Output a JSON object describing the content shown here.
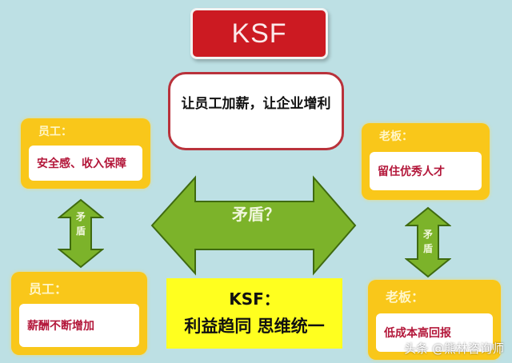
{
  "title": "KSF",
  "slogan": "让员工加薪，让企业增利",
  "cards": [
    {
      "role": "员工：",
      "text": "安全感、收入保障"
    },
    {
      "role": "员工：",
      "text": "薪酬不断增加"
    },
    {
      "role": "老板：",
      "text": "留住优秀人才"
    },
    {
      "role": "老板：",
      "text": "低成本高回报"
    }
  ],
  "center_arrow_label": "矛盾？",
  "left_arrow_label": [
    "矛",
    "盾"
  ],
  "right_arrow_label": [
    "矛",
    "盾"
  ],
  "conclusion": {
    "line1": "KSF：",
    "line2": "利益趋同 思维统一"
  },
  "watermark": "头条 @熊林咨询师",
  "colors": {
    "background": "#bde0e4",
    "title_red": "#cc1a22",
    "card_yellow": "#f9c71a",
    "arrow_green": "#7cb32a",
    "conclusion_yellow": "#ffff1f",
    "card_text": "#b3173a"
  }
}
